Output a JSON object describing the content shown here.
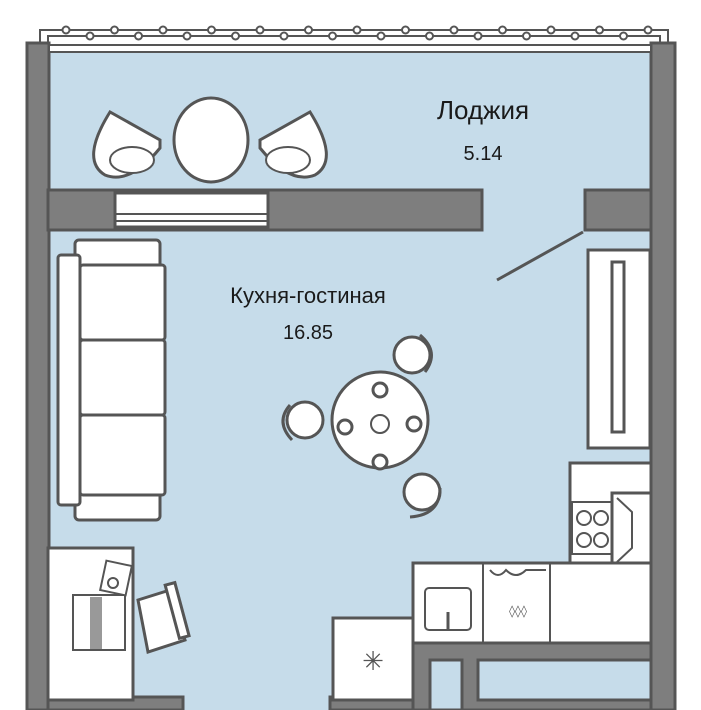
{
  "rooms": [
    {
      "name": "Лоджия",
      "area": "5.14"
    },
    {
      "name": "Кухня-гостиная",
      "area": "16.85"
    }
  ],
  "colors": {
    "floor": "#c6dcea",
    "wall": "#7e7e7e",
    "outline": "#555555"
  }
}
